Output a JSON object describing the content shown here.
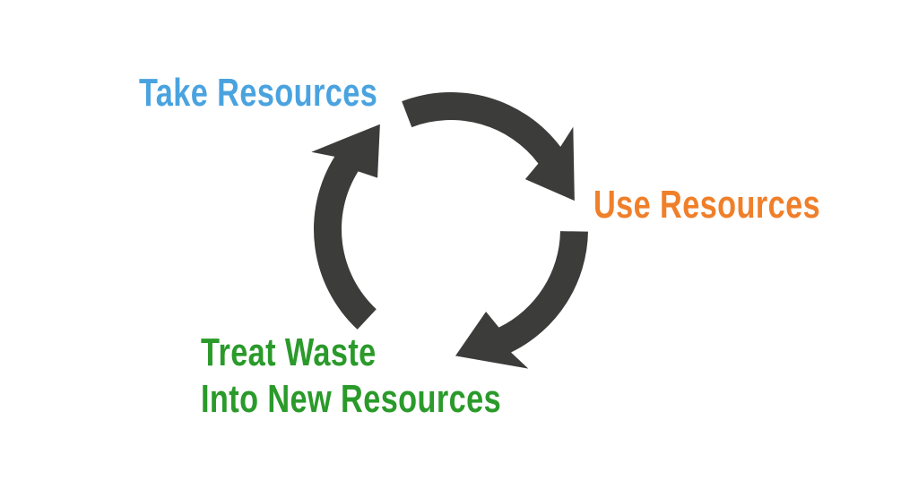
{
  "colors": {
    "arrow": "#3c3c3a",
    "take": "#4aa3df",
    "use": "#f07f2a",
    "treat": "#2a9a2a",
    "background": "#ffffff"
  },
  "labels": {
    "take": "Take Resources",
    "use": "Use Resources",
    "treat_line1": "Treat Waste",
    "treat_line2": "Into New Resources"
  },
  "cycle": {
    "type": "circular-arrows",
    "steps": [
      "Take Resources",
      "Use Resources",
      "Treat Waste Into New Resources"
    ]
  }
}
